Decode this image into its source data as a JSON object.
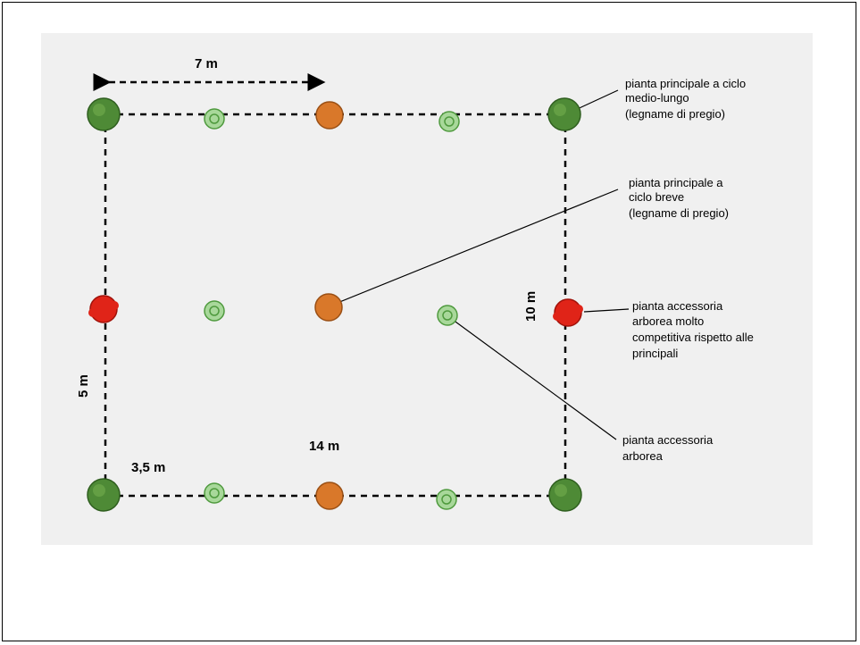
{
  "dimensions": {
    "top_spacing": "7 m",
    "left_spacing": "5 m",
    "right_spacing": "10 m",
    "bottom_total": "14 m",
    "bottom_spacing": "3,5 m"
  },
  "legend": {
    "principal_long": [
      "pianta principale a ciclo",
      "medio-lungo",
      "(legname di pregio)"
    ],
    "principal_short": [
      "pianta principale a",
      "ciclo breve",
      "(legname di pregio)"
    ],
    "accessory_competitive": [
      "pianta accessoria",
      "arborea molto",
      "competitiva rispetto alle",
      "principali"
    ],
    "accessory": [
      "pianta accessoria",
      "arborea"
    ]
  },
  "colors": {
    "principal_long": "#4e8a36",
    "principal_short": "#d9782a",
    "accessory_competitive": "#e02418",
    "accessory": "#7cbf6a"
  }
}
